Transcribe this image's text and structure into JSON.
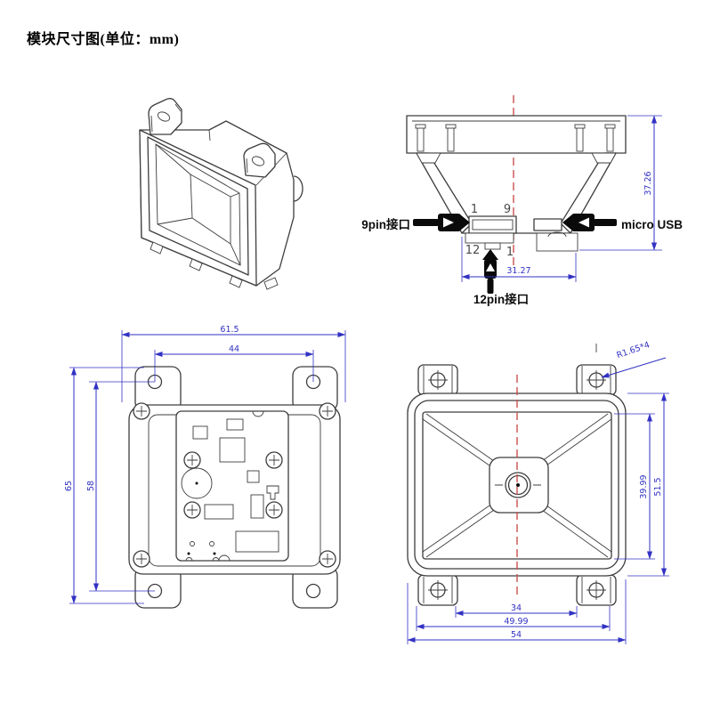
{
  "title": "模块尺寸图(单位：mm)",
  "colors": {
    "dimension_blue": "#3232c4",
    "centerline_red": "#c9514e",
    "outline_gray": "#3d3d3d",
    "label_black": "#0d0d0d"
  },
  "icons": {
    "pin9_arrow": "plug-arrow-right-icon",
    "micro_usb_arrow": "plug-arrow-left-icon",
    "pin12_arrow": "plug-arrow-up-icon"
  },
  "views": {
    "side": {
      "labels": {
        "pin9": "9pin接口",
        "micro_usb": "micro USB",
        "pin12": "12pin接口"
      },
      "pin_numbers": {
        "pin9_first": "1",
        "pin9_last": "9",
        "pin12_first": "12",
        "pin12_last": "1"
      },
      "dims": {
        "height": "37.26",
        "bottom_width": "31.27"
      }
    },
    "back": {
      "dims": {
        "outer_width": "61.5",
        "mount_hole_span_x": "44",
        "outer_height": "65",
        "mount_hole_span_y": "58"
      }
    },
    "front": {
      "dims": {
        "corner_radius": "R1.65*4",
        "window_height": "39.99",
        "body_height": "51.5",
        "tab_inner_span": "34",
        "mount_span": "49.99",
        "body_width": "54"
      }
    }
  }
}
